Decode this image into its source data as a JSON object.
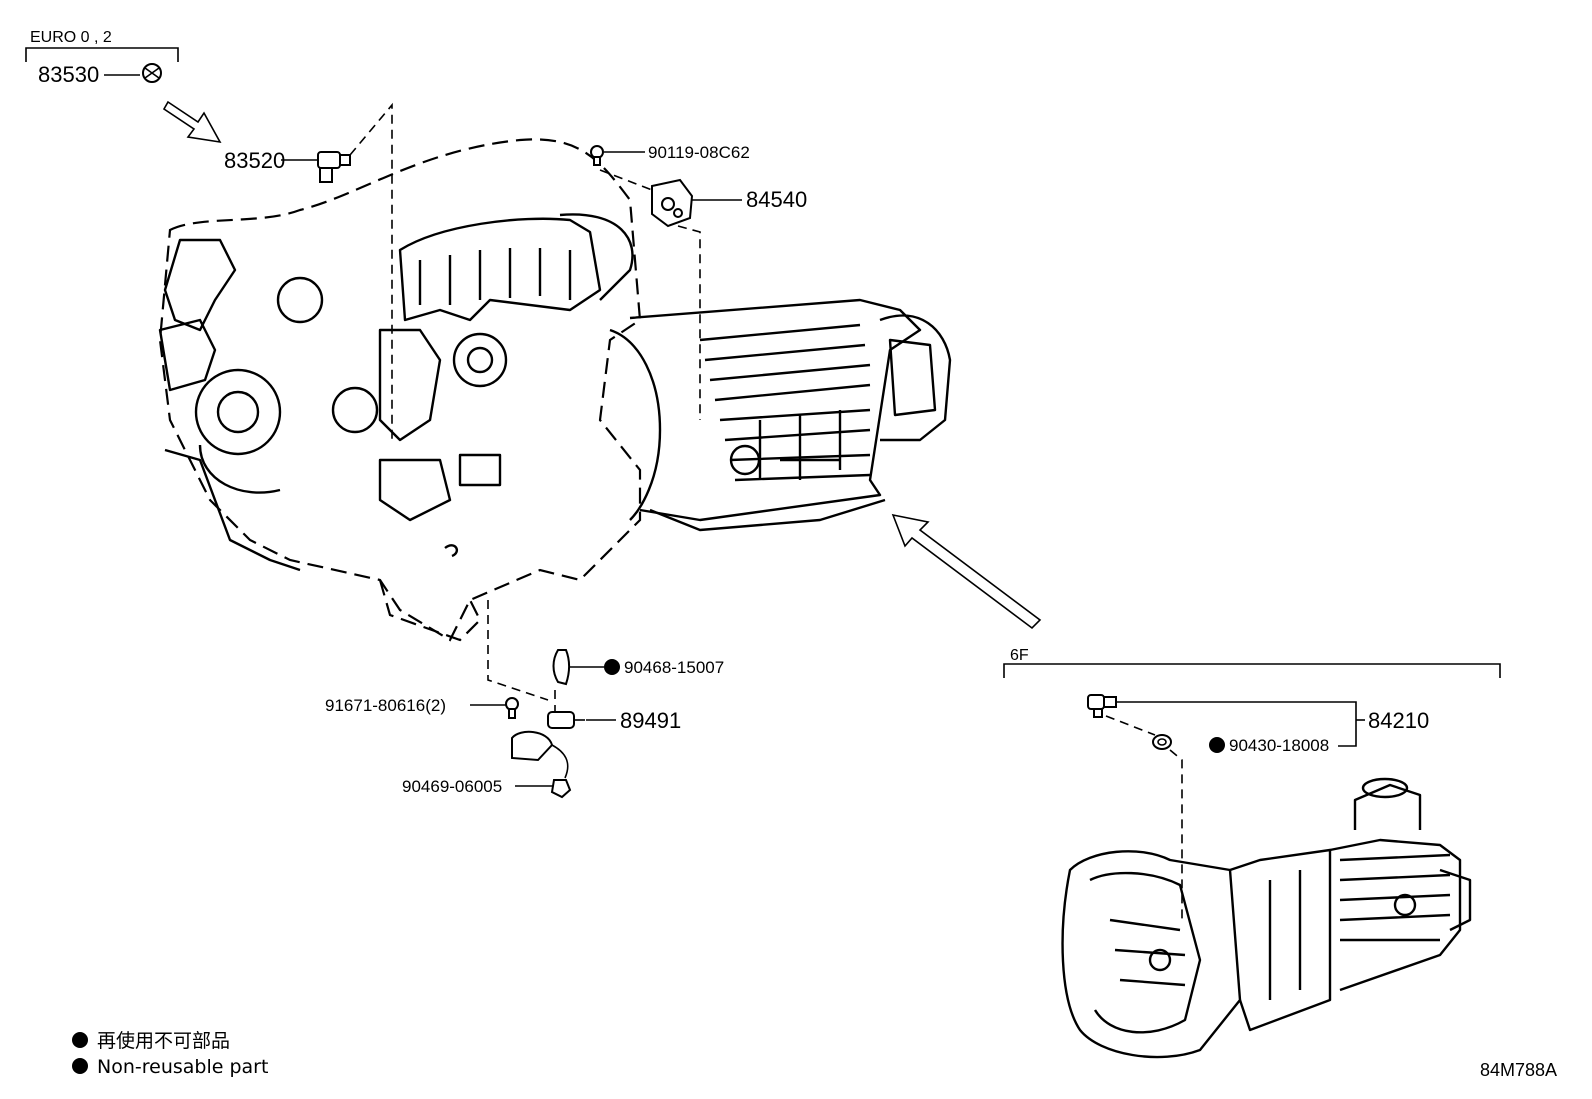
{
  "sections": {
    "euro": "EURO 0 , 2",
    "sixf": "6F"
  },
  "parts": {
    "p83530": "83530",
    "p83520": "83520",
    "p90119": "90119-08C62",
    "p84540": "84540",
    "p90468": "90468-15007",
    "p91671": "91671-80616(2)",
    "p89491": "89491",
    "p90469": "90469-06005",
    "p84210": "84210",
    "p90430": "90430-18008"
  },
  "legend": {
    "jp": "再使用不可部品",
    "en": "Non-reusable part"
  },
  "diagram_code": "84M788A"
}
